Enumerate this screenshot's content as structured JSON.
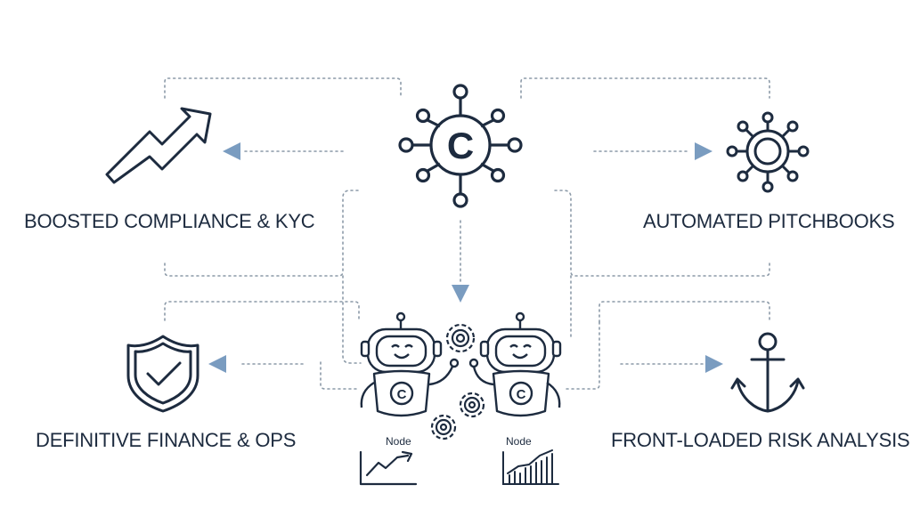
{
  "diagram": {
    "hub_icon_letter": "C",
    "robot_badge_letter": "C",
    "labels": {
      "top_left": "BOOSTED COMPLIANCE & KYC",
      "top_right": "AUTOMATED PITCHBOOKS",
      "bottom_left": "DEFINITIVE FINANCE & OPS",
      "bottom_right": "FRONT-LOADED RISK ANALYSIS"
    },
    "nodes": {
      "left": "Node",
      "right": "Node"
    },
    "icons": {
      "hub": "network-hub-c-icon",
      "top_left": "trending-up-arrow-icon",
      "top_right": "network-node-icon",
      "bottom_left": "shield-check-icon",
      "bottom_right": "anchor-icon",
      "robots": "robot-icon",
      "gears": "gear-icon",
      "left_chart": "line-chart-icon",
      "right_chart": "bar-chart-icon"
    },
    "colors": {
      "ink": "#1d2b3f",
      "accent": "#7a9cc0",
      "dotted": "#8c9aa8"
    }
  }
}
